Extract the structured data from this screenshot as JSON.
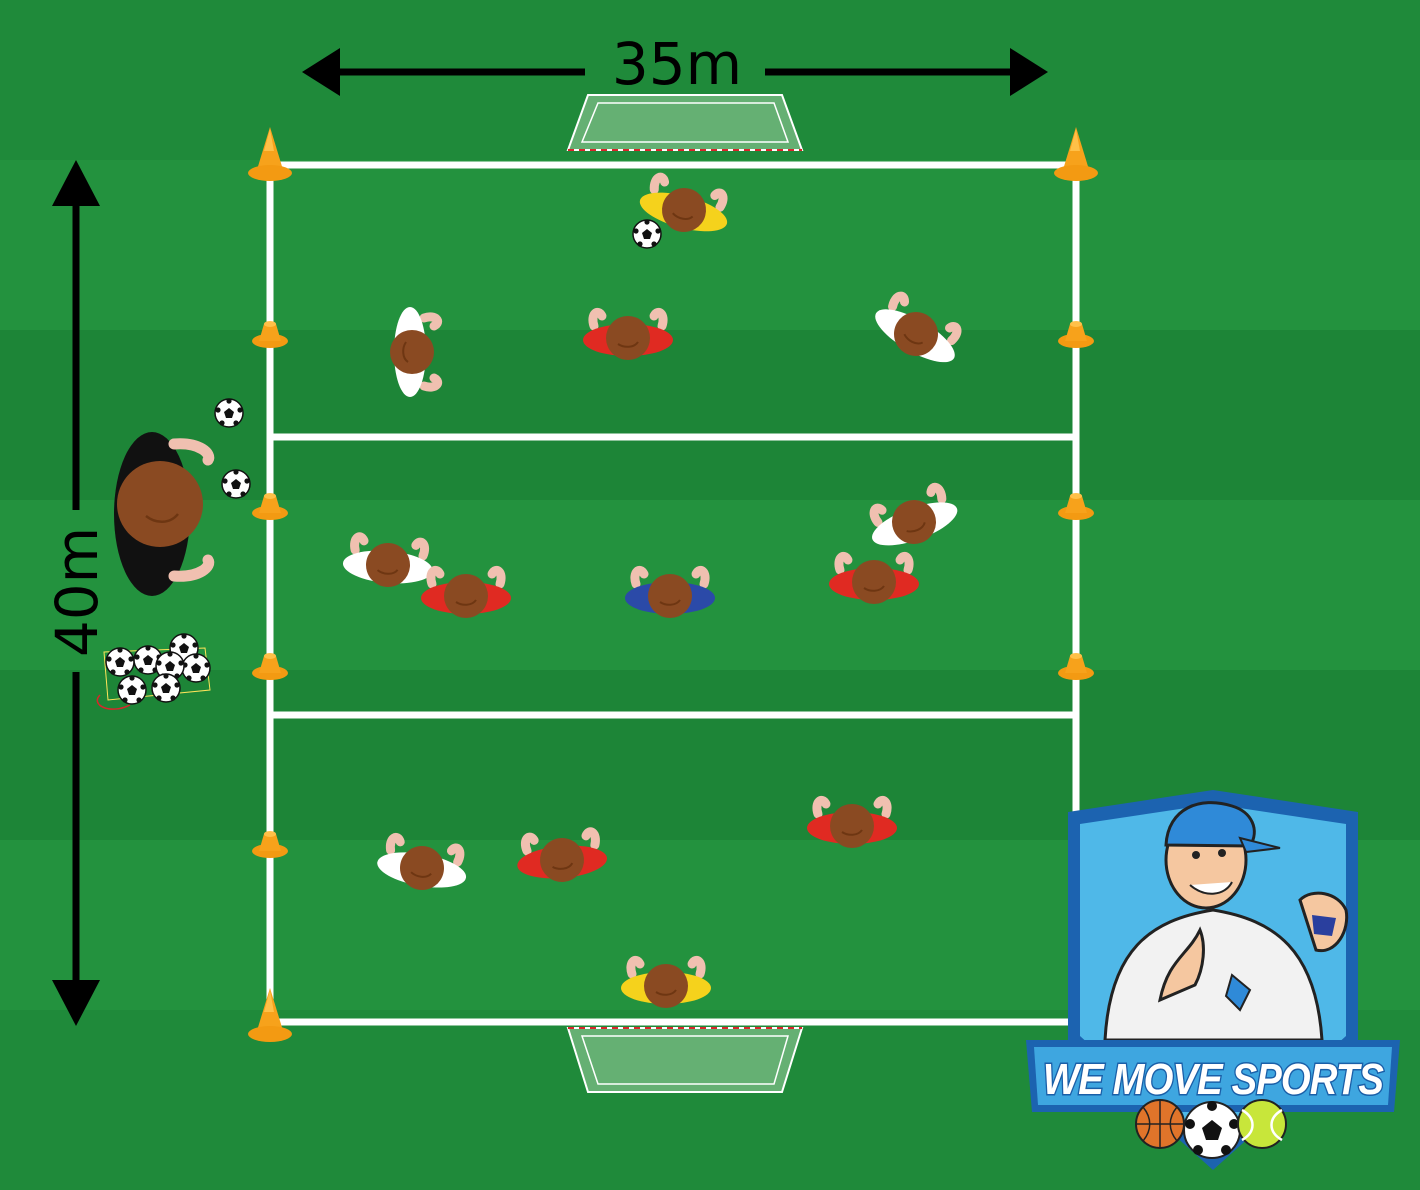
{
  "dimensions": {
    "width_label": "35m",
    "length_label": "40m"
  },
  "brand": {
    "logo_text": "WE MOVE SPORTS"
  },
  "colors": {
    "pitch_light": "#23923e",
    "pitch_dark": "#1d8537",
    "line": "#ffffff",
    "cone": "#f7a21b",
    "team_red": "#e02a22",
    "team_white": "#ffffff",
    "goalkeeper_yellow": "#f5d21c",
    "neutral_blue": "#2b4aa8",
    "coach_black": "#111111",
    "skin": "#8a4a22"
  },
  "players": [
    {
      "team": "yellow",
      "role": "goalkeeper",
      "zone": "top"
    },
    {
      "team": "white",
      "zone": "top"
    },
    {
      "team": "red",
      "zone": "top"
    },
    {
      "team": "white",
      "zone": "top"
    },
    {
      "team": "white",
      "zone": "middle"
    },
    {
      "team": "red",
      "zone": "middle"
    },
    {
      "team": "blue",
      "role": "neutral",
      "zone": "middle"
    },
    {
      "team": "white",
      "zone": "middle"
    },
    {
      "team": "red",
      "zone": "middle"
    },
    {
      "team": "white",
      "zone": "bottom"
    },
    {
      "team": "red",
      "zone": "bottom"
    },
    {
      "team": "red",
      "zone": "bottom"
    },
    {
      "team": "yellow",
      "role": "goalkeeper",
      "zone": "bottom"
    }
  ],
  "coach": {
    "team": "black",
    "role": "coach"
  },
  "equipment": {
    "goals": 2,
    "cones": 10,
    "loose_balls": 3,
    "ball_net": true
  }
}
